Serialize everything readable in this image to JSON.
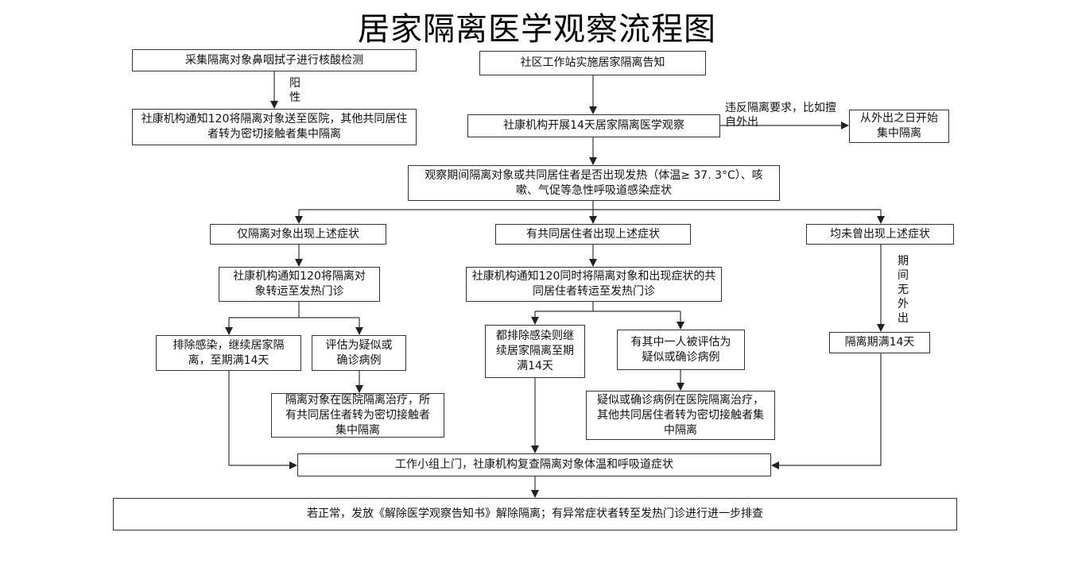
{
  "title": "居家隔离医学观察流程图",
  "nodes": {
    "collect": "采集隔离对象鼻咽拭子进行核酸检测",
    "notify_hosp": "社康机构通知120将隔离对象送至医院，其他共同居住者转为密切接触者集中隔离",
    "community_notice": "社区工作站实施居家隔离告知",
    "observe_14": "社康机构开展14天居家隔离医学观察",
    "central_iso": "从外出之日开始集中隔离",
    "symptom_check": "观察期间隔离对象或共同居住者是否出现发热（体温≥ 37. 3°C）、咳嗽、气促等急性呼吸道感染症状",
    "only_subject": "仅隔离对象出现上述症状",
    "cohabitant": "有共同居住者出现上述症状",
    "none": "均未曾出现上述症状",
    "notify_fever_clinic": "社康机构通知120将隔离对象转运至发热门诊",
    "notify_both": "社康机构通知120同时将隔离对象和出现症状的共同居住者转运至发热门诊",
    "exclude_continue": "排除感染，继续居家隔离，至期满14天",
    "suspect": "评估为疑似或确诊病例",
    "hosp_treat": "隔离对象在医院隔离治疗，所有共同居住者转为密切接触者集中隔离",
    "all_excluded": "都排除感染则继续居家隔离至期满14天",
    "one_suspect": "有其中一人被评估为疑似或确诊病例",
    "suspect_treat": "疑似或确诊病例在医院隔离治疗，其他共同居住者转为密切接触者集中隔离",
    "iso_full": "隔离期满14天",
    "recheck": "工作小组上门，社康机构复查隔离对象体温和呼吸道症状",
    "final": "若正常，发放《解除医学观察告知书》解除隔离；有异常症状者转至发热门诊进行进一步排查"
  },
  "labels": {
    "positive": "阳性",
    "violation": "违反隔离要求，比如擅自外出",
    "no_going_out": "期间无外出"
  }
}
